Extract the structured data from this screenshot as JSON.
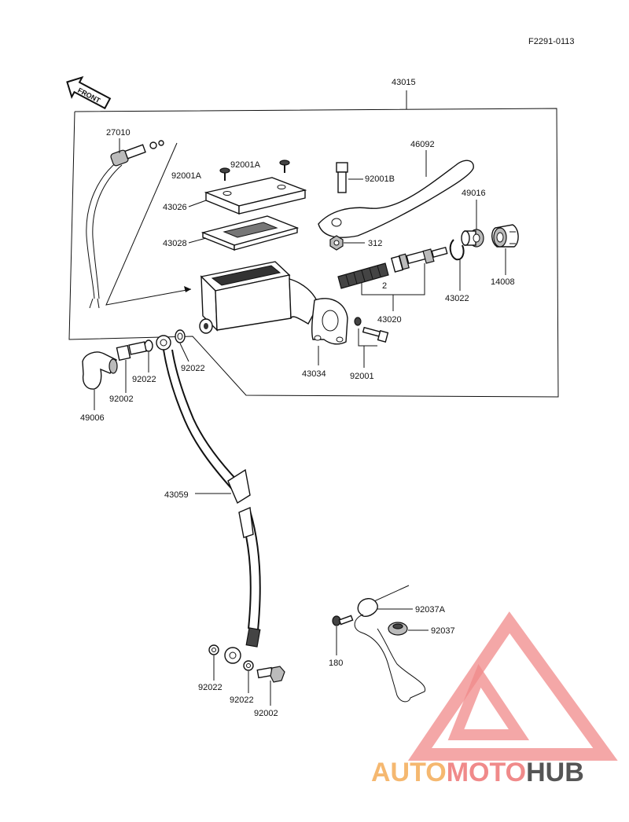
{
  "figure_code": "F2291-0113",
  "front_arrow": "FRONT",
  "parts": {
    "p43015": "43015",
    "p27010": "27010",
    "p92001A_1": "92001A",
    "p92001A_2": "92001A",
    "p43026": "43026",
    "p43028": "43028",
    "p46092": "46092",
    "p92001B": "92001B",
    "p49016": "49016",
    "p312": "312",
    "p14008": "14008",
    "p43022": "43022",
    "p43020": "43020",
    "p43034": "43034",
    "p92001": "92001",
    "p92022_a": "92022",
    "p92022_b": "92022",
    "p92002_a": "92002",
    "p49006": "49006",
    "p43059": "43059",
    "p92037A": "92037A",
    "p92037": "92037",
    "p180": "180",
    "p92022_c": "92022",
    "p92022_d": "92022",
    "p92002_b": "92002",
    "p2": "2"
  },
  "watermark": {
    "part1": "AUTO",
    "part2": "MOTO",
    "part3": "HUB",
    "color_auto": "#f5b870",
    "color_moto": "#f08a8a",
    "color_hub": "#555555"
  }
}
